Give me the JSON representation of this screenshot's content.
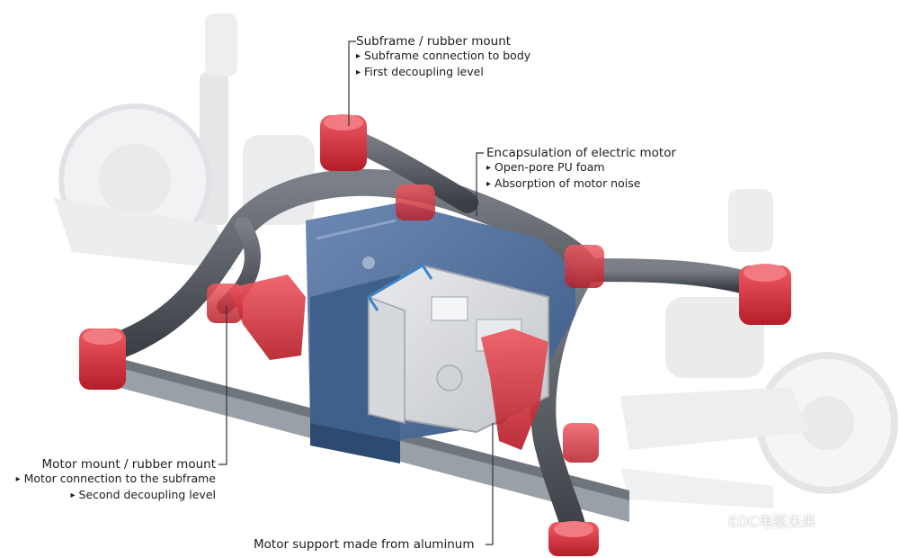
{
  "callouts": {
    "subframe_mount": {
      "title": "Subframe / rubber mount",
      "bullets": [
        "Subframe connection to body",
        "First decoupling level"
      ]
    },
    "encapsulation": {
      "title": "Encapsulation of electric motor",
      "bullets": [
        "Open-pore PU foam",
        "Absorption of motor noise"
      ]
    },
    "motor_mount": {
      "title": "Motor mount / rubber mount",
      "bullets": [
        "Motor connection to the subframe",
        "Second decoupling level"
      ]
    },
    "motor_support": {
      "title": "Motor support made from aluminum"
    }
  },
  "watermark": {
    "text": "EDC电驱未来",
    "icon": "wechat-icon"
  },
  "colors": {
    "rubber_mount": "#d9333d",
    "motor_encapsulation": "#4a6a95",
    "subframe": "#555a61",
    "leader_line": "#333333"
  }
}
